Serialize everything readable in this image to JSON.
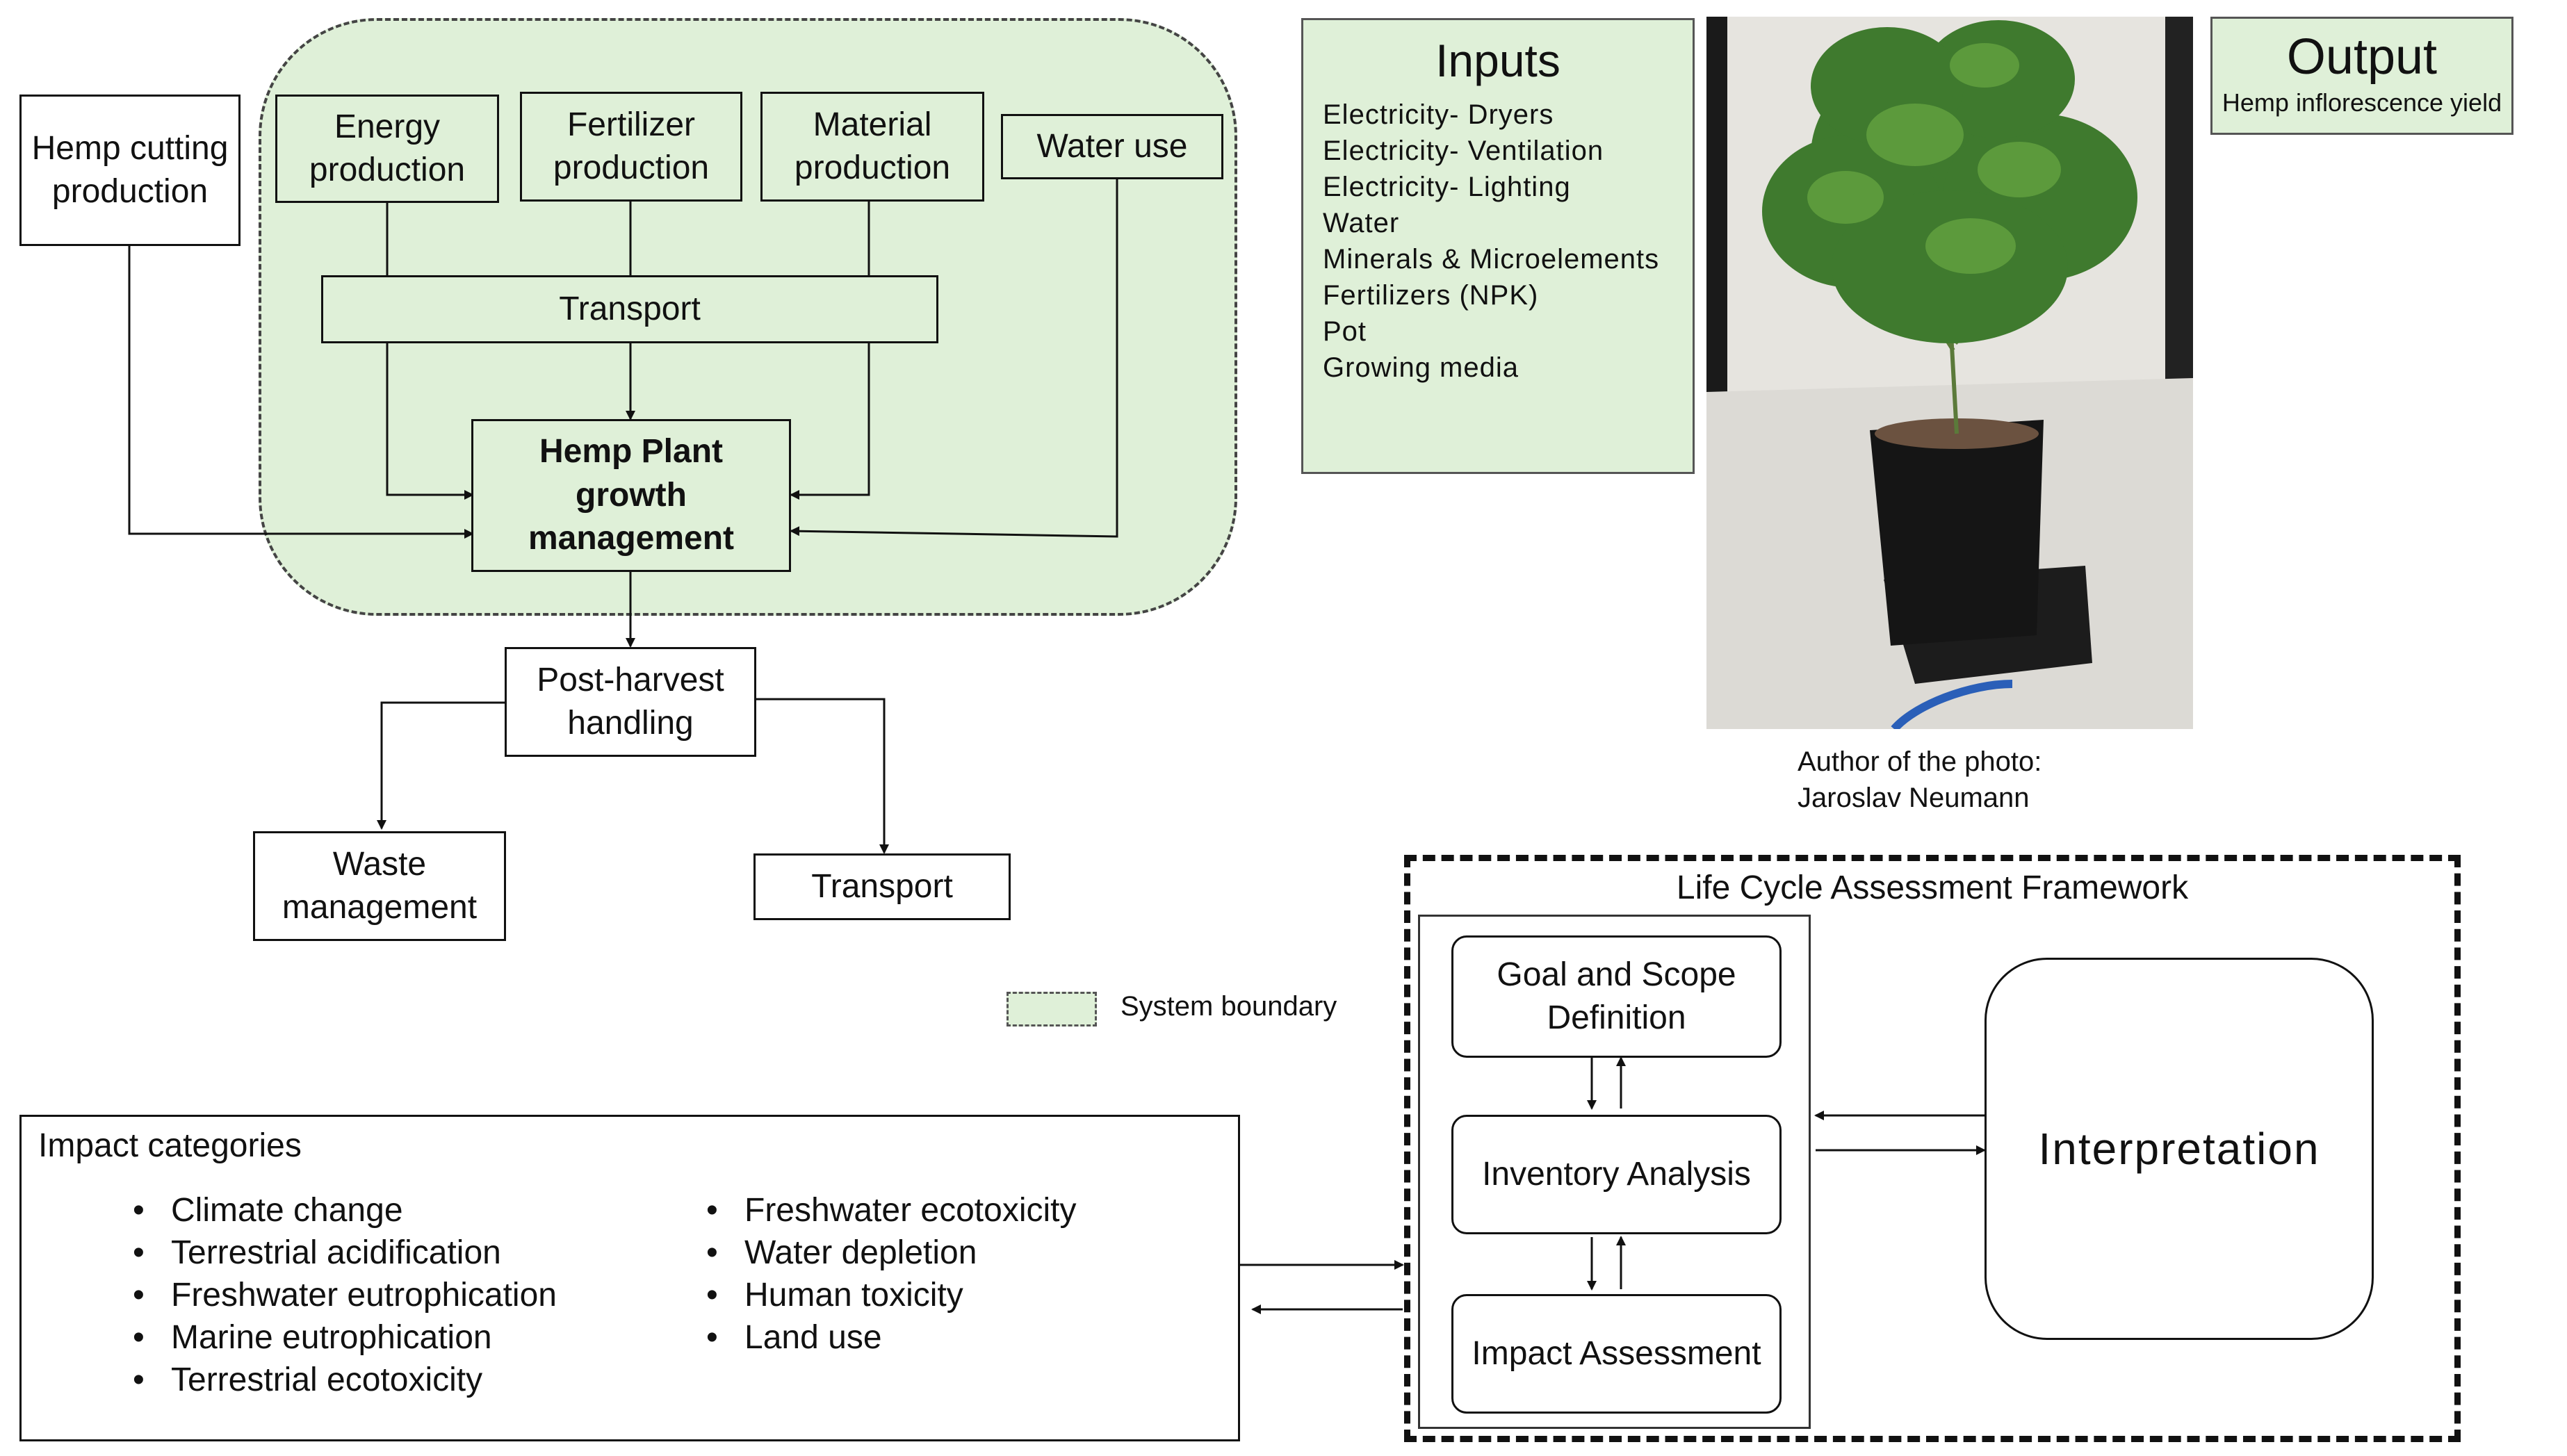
{
  "boxes": {
    "hemp_cutting": "Hemp cutting production",
    "energy": "Energy production",
    "fertilizer": "Fertilizer production",
    "material": "Material production",
    "water_use": "Water use",
    "transport_top": "Transport",
    "growth": "Hemp Plant growth management",
    "post_harvest": "Post-harvest handling",
    "waste": "Waste management",
    "transport_bottom": "Transport"
  },
  "inputs": {
    "title": "Inputs",
    "items": [
      "Electricity- Dryers",
      "Electricity- Ventilation",
      "Electricity- Lighting",
      "Water",
      "Minerals & Microelements",
      "Fertilizers (NPK)",
      "Pot",
      "Growing media"
    ]
  },
  "output": {
    "title": "Output",
    "subtitle": "Hemp inflorescence yield"
  },
  "photo": {
    "caption_line1": "Author of the photo:",
    "caption_line2": "Jaroslav Neumann"
  },
  "legend": {
    "label": "System boundary"
  },
  "impact": {
    "title": "Impact categories",
    "left": [
      "Climate change",
      "Terrestrial acidification",
      "Freshwater eutrophication",
      "Marine eutrophication",
      "Terrestrial ecotoxicity"
    ],
    "right": [
      "Freshwater ecotoxicity",
      "Water depletion",
      "Human toxicity",
      "Land use"
    ]
  },
  "lca": {
    "title": "Life Cycle Assessment Framework",
    "goal": "Goal and Scope Definition",
    "inventory": "Inventory Analysis",
    "assessment": "Impact Assessment",
    "interpretation": "Interpretation"
  },
  "colors": {
    "boundary_fill": "#dff0d8",
    "line": "#111111"
  }
}
